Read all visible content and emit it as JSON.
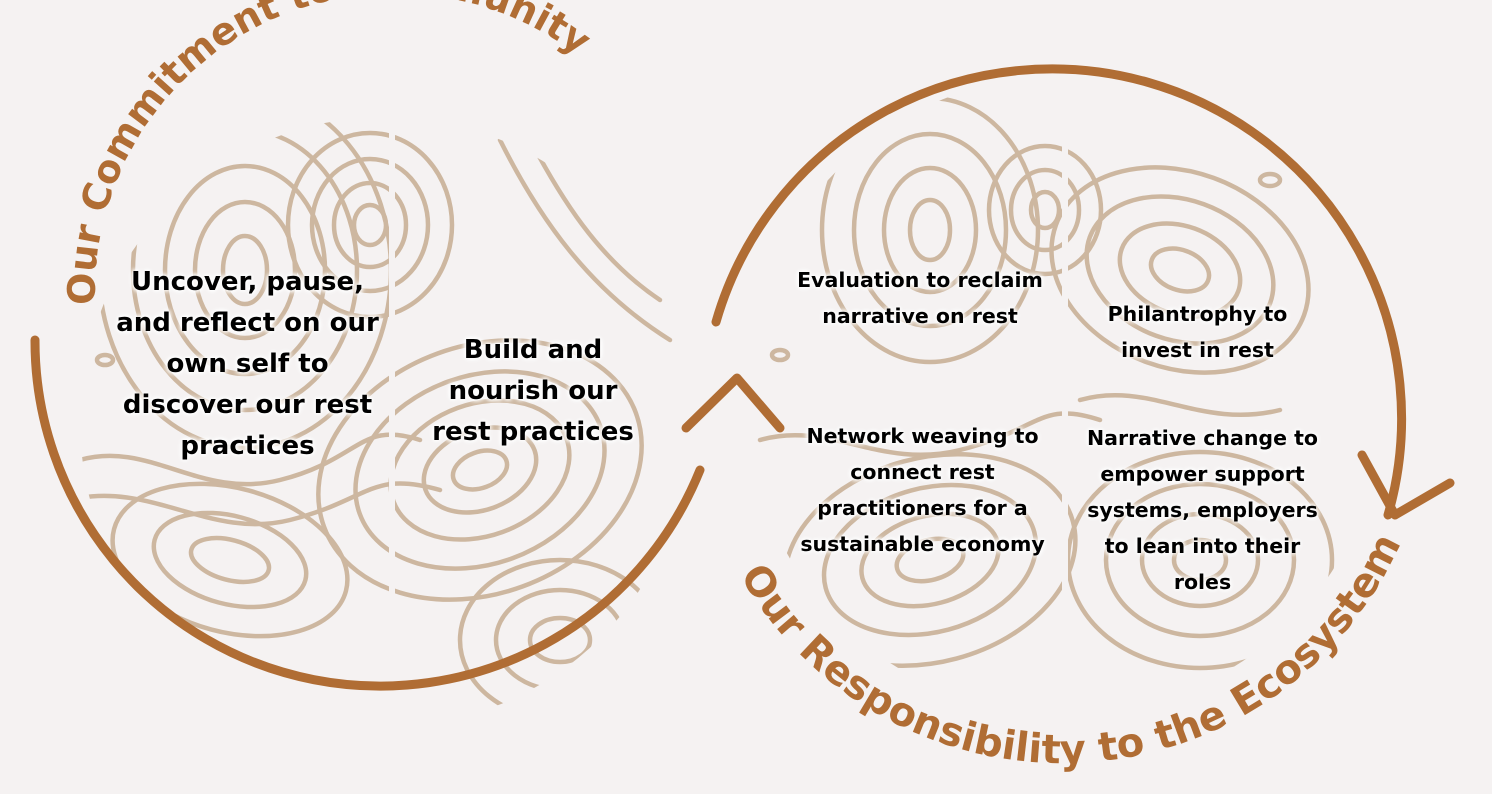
{
  "colors": {
    "accent": "#b06d34",
    "contour": "#cdb7a0",
    "background": "#f5f2f2",
    "text": "#000000"
  },
  "left_cycle": {
    "title": "Our Commitment to Community",
    "quadrants": [
      {
        "text": "Uncover, pause, and reflect on our own self to discover our rest practices"
      },
      {
        "text": "Build and nourish our rest practices"
      }
    ]
  },
  "right_cycle": {
    "title": "Our Responsibility to the Ecosystem",
    "quadrants": [
      {
        "text": "Evaluation to reclaim narrative on rest"
      },
      {
        "text": "Philantrophy to invest in rest"
      },
      {
        "text": "Network weaving to connect rest practitioners for a sustainable economy"
      },
      {
        "text": "Narrative change to empower support systems, employers to lean into their roles"
      }
    ]
  },
  "icons": [
    "cycle-arrow-icon",
    "topographic-pattern-icon"
  ]
}
